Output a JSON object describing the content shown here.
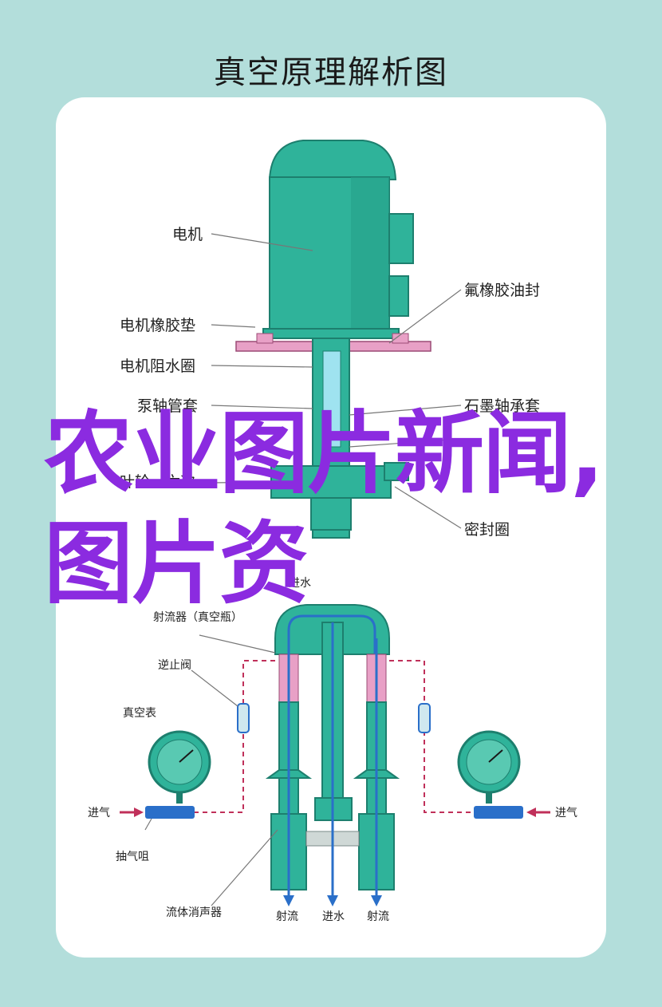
{
  "title": "真空原理解析图",
  "overlay_text": "农业图片新闻,图片资",
  "labels": {
    "motor": "电机",
    "fluororubber_seal": "氟橡胶油封",
    "motor_rubber_pad": "电机橡胶垫",
    "motor_water_ring": "电机阻水圈",
    "pump_shaft_sleeve": "泵轴管套",
    "graphite_shaft_sleeve": "石墨轴承套",
    "impeller": "叶轮（六次",
    "seal_ring": "密封圈",
    "feed_water_pipe": "进水",
    "jet_nozzle": "射流器（真空瓶）",
    "check_valve": "逆止阀",
    "vacuum_gauge": "真空表",
    "air_in_left": "进气",
    "air_in_right": "进气",
    "suction_nozzle": "抽气咀",
    "fluid_muffler": "流体消声器",
    "jet_left": "射流",
    "water_in": "进水",
    "jet_right": "射流"
  },
  "colors": {
    "teal": "#2fb39a",
    "teal_dark": "#1d7f6e",
    "pink": "#e8a0c6",
    "light_blue": "#9fe3f0",
    "arrow_blue": "#2a6fc9",
    "red_dash": "#c0305a",
    "overlay": "#8b2be0"
  }
}
